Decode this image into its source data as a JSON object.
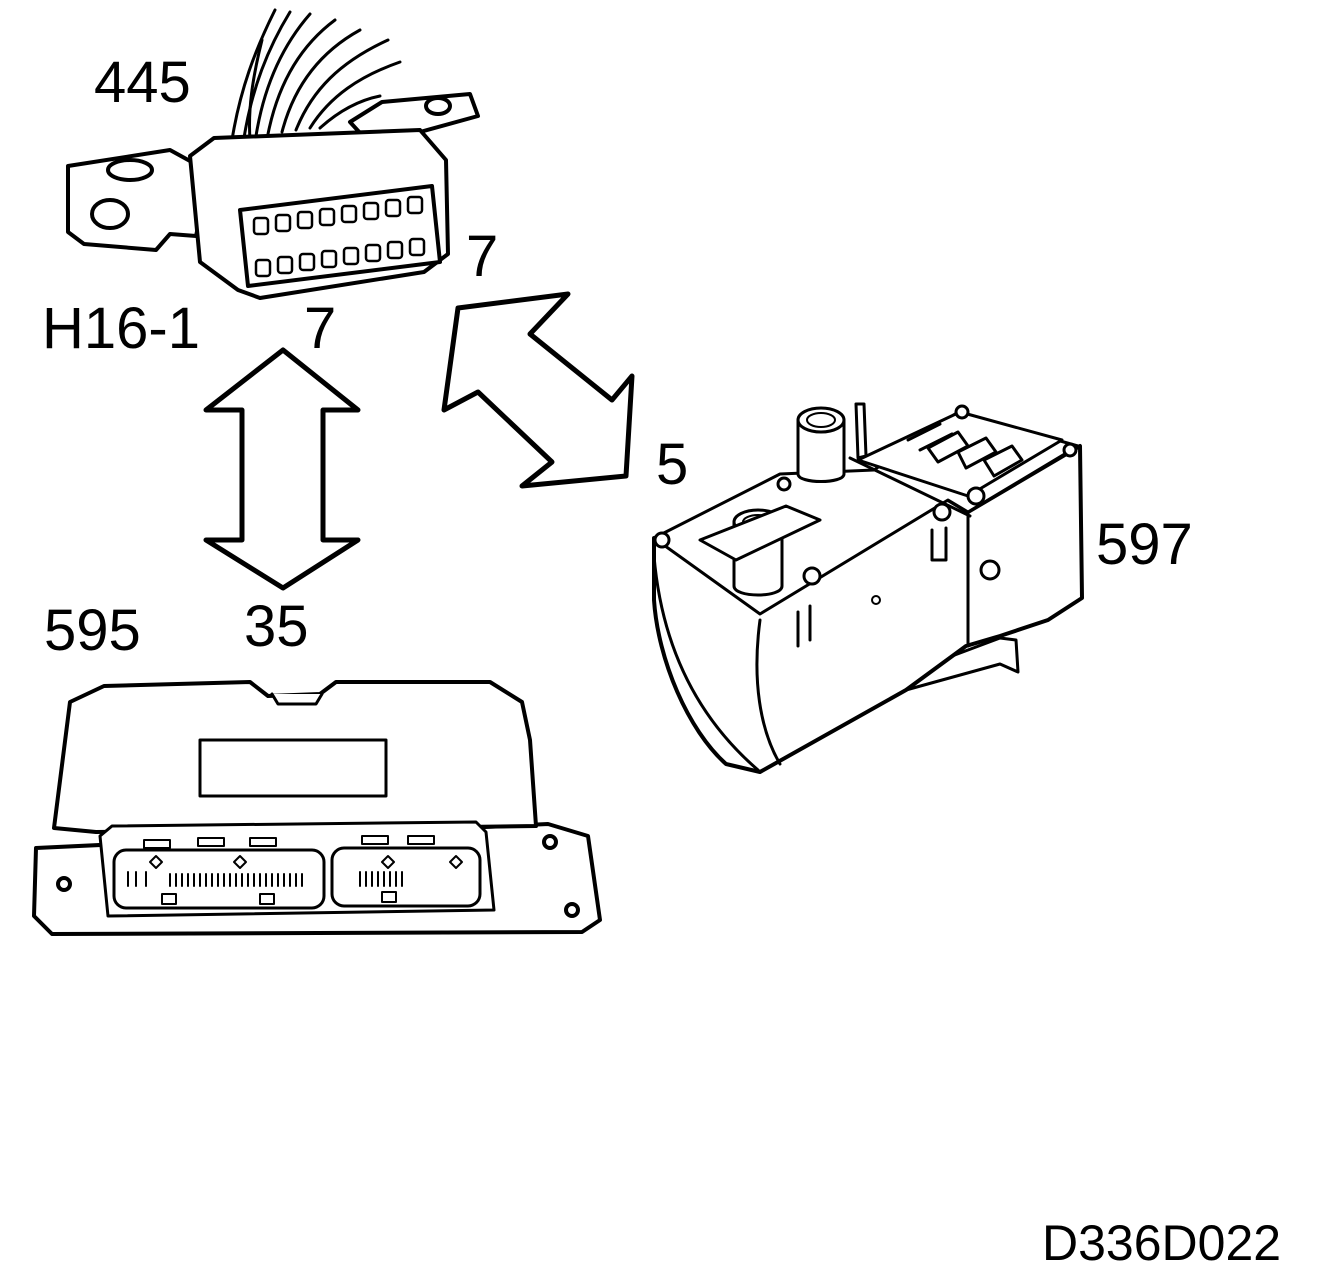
{
  "labels": {
    "connector_ref": "445",
    "connector_id": "H16-1",
    "connector_pin_left": "7",
    "connector_pin_right": "7",
    "ecu_ref": "595",
    "ecu_pin": "35",
    "heater_ref": "597",
    "heater_pin": "5",
    "drawing_code": "D336D022"
  },
  "colors": {
    "line": "#000000",
    "background": "#ffffff",
    "shade": "#f2f2f2"
  }
}
